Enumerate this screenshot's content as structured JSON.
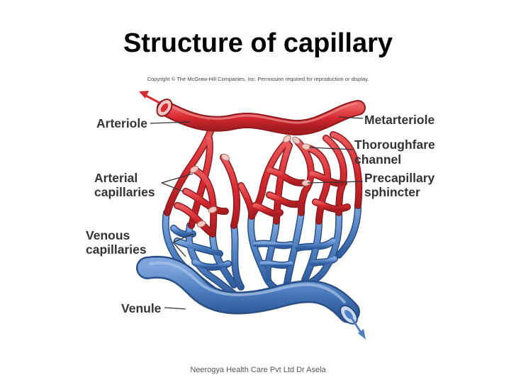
{
  "slide": {
    "title": "Structure of capillary",
    "footer": "Neerogya  Health  Care  Pvt  Ltd    Dr Asela"
  },
  "figure": {
    "copyright": "Copyright © The McGraw-Hill Companies, Inc. Permission required for reproduction or display.",
    "labels": {
      "arteriole": "Arteriole",
      "arterial_1": "Arterial",
      "arterial_2": "capillaries",
      "venous_1": "Venous",
      "venous_2": "capillaries",
      "venule": "Venule",
      "metarteriole": "Metarteriole",
      "thoroughfare_1": "Thoroughfare",
      "thoroughfare_2": "channel",
      "precapillary_1": "Precapillary",
      "precapillary_2": "sphincter"
    },
    "colors": {
      "arterial": "#d42a30",
      "arterial_dark": "#8e1a1e",
      "venous": "#4f7fc0",
      "venous_dark": "#2a4f86",
      "sphincter": "#f3c9c0",
      "arrow_red": "#d42a30",
      "arrow_blue": "#4f7fc0"
    }
  }
}
